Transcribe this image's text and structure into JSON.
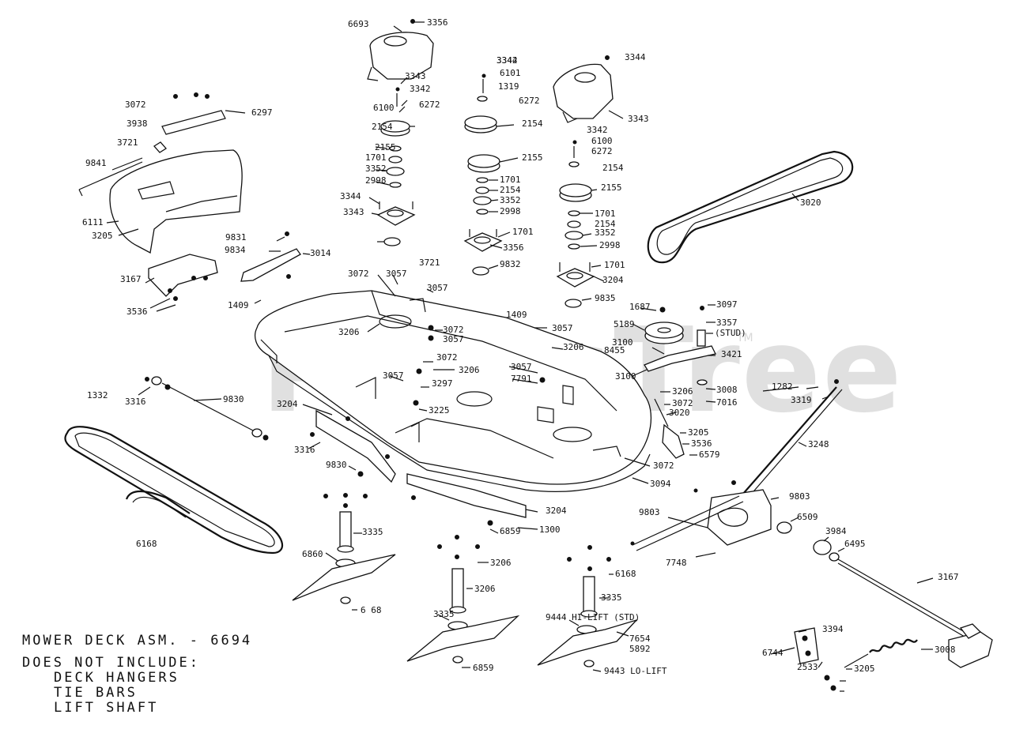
{
  "watermark": {
    "text": "PartsTree",
    "tm": "TM"
  },
  "notes": {
    "title": "MOWER DECK ASM. - 6694",
    "line1": "DOES NOT INCLUDE:",
    "line2": "DECK HANGERS",
    "line3": "TIE BARS",
    "line4": "LIFT SHAFT"
  },
  "part_numbers": [
    "6693",
    "3356",
    "3344",
    "3343",
    "3342",
    "6100",
    "6272",
    "2154",
    "2155",
    "1701",
    "3352",
    "2998",
    "3344",
    "3343",
    "3342",
    "6101",
    "1319",
    "6272",
    "2154",
    "2155",
    "1701",
    "2154",
    "3352",
    "2998",
    "1701",
    "3356",
    "9832",
    "3344",
    "3343",
    "3342",
    "6100",
    "6272",
    "2154",
    "2155",
    "1701",
    "2154",
    "3352",
    "2998",
    "1701",
    "3204",
    "9835",
    "3072",
    "3938",
    "6297",
    "3721",
    "9841",
    "6111",
    "3205",
    "3020",
    "9831",
    "9834",
    "3014",
    "3167",
    "3536",
    "1409",
    "3072",
    "3057",
    "3721",
    "3057",
    "3206",
    "3072",
    "3057",
    "1409",
    "3057",
    "3206",
    "3057",
    "7791",
    "3072",
    "3057",
    "3206",
    "3297",
    "3225",
    "1687",
    "3097",
    "5189",
    "3357",
    "(STUD)",
    "3100",
    "8455",
    "3421",
    "3100",
    "3008",
    "3206",
    "7016",
    "3072",
    "3020",
    "1282",
    "3319",
    "3248",
    "3205",
    "3536",
    "6579",
    "3072",
    "3094",
    "1332",
    "3316",
    "9830",
    "3204",
    "3316",
    "9830",
    "3204",
    "1300",
    "6859",
    "6168",
    "3335",
    "6860",
    "6 68",
    "3206",
    "3335",
    "3206",
    "6859",
    "6168",
    "3335",
    "9444 HI-LIFT (STD)",
    "9443 LO-LIFT",
    "7654",
    "5892",
    "9803",
    "9803",
    "6509",
    "3984",
    "6495",
    "7748",
    "3167",
    "3394",
    "6744",
    "2533",
    "3008",
    "3205"
  ]
}
